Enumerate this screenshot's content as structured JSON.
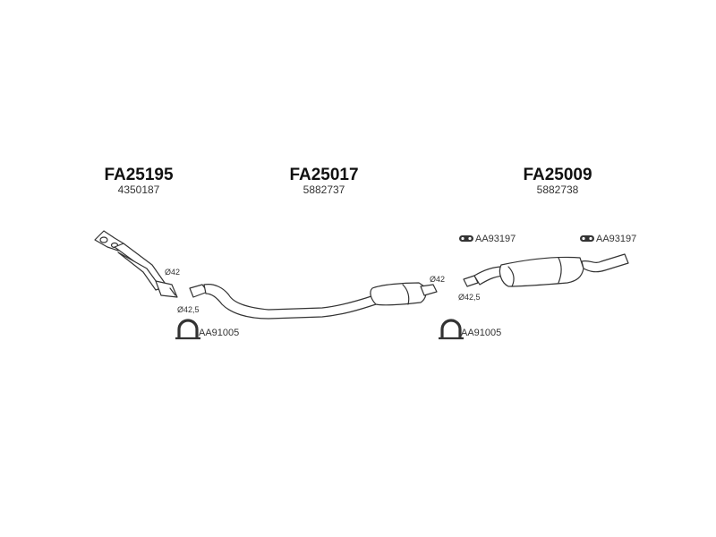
{
  "colors": {
    "line": "#333333",
    "text": "#111111",
    "background": "#ffffff"
  },
  "sections": [
    {
      "code": "FA25195",
      "number": "4350187"
    },
    {
      "code": "FA25017",
      "number": "5882737"
    },
    {
      "code": "FA25009",
      "number": "5882738"
    }
  ],
  "dimensions": {
    "front_outlet": "Ø42",
    "middle_inlet": "Ø42,5",
    "middle_outlet": "Ø42",
    "rear_inlet": "Ø42,5"
  },
  "accessories": {
    "clamp_front": "AA91005",
    "clamp_rear": "AA91005",
    "hanger_left": "AA93197",
    "hanger_right": "AA93197"
  }
}
